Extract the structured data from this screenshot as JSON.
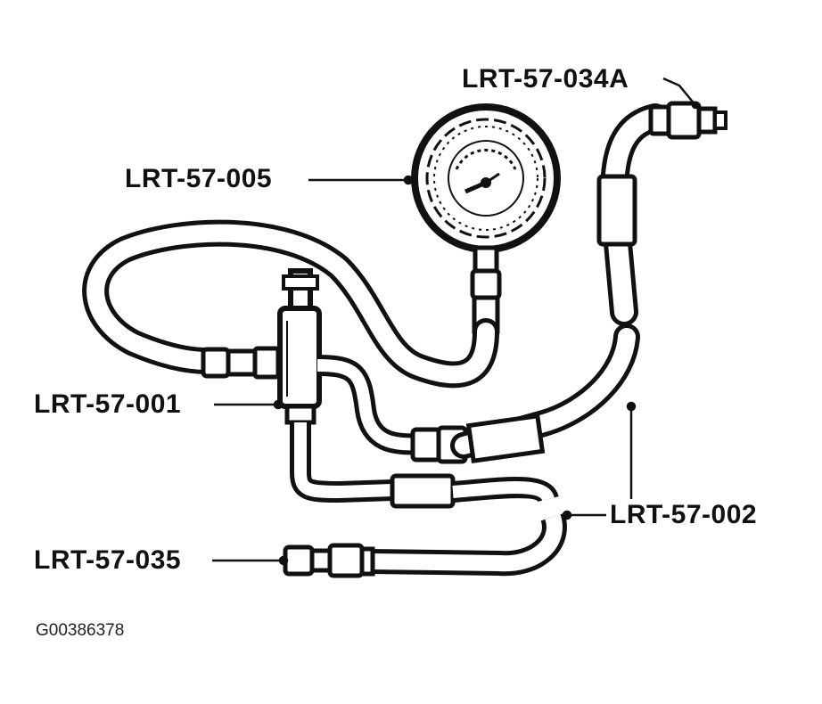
{
  "diagram": {
    "labels": {
      "gauge": "LRT-57-005",
      "adapter_top": "LRT-57-034A",
      "tee_adapter": "LRT-57-001",
      "hose": "LRT-57-002",
      "bottom_adapter": "LRT-57-035"
    },
    "figure_id": "G00386378",
    "colors": {
      "ink": "#111111",
      "paper": "#ffffff"
    }
  }
}
